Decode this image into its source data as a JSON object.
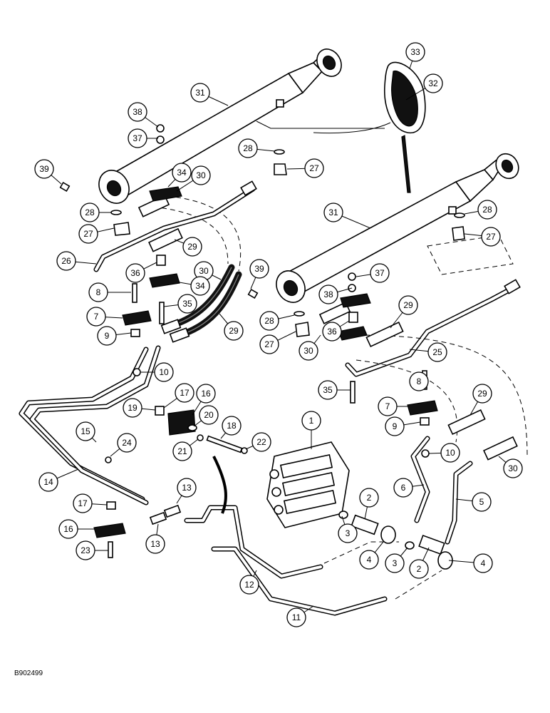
{
  "figure_ref": "B902499",
  "callouts": [
    {
      "n": "1"
    },
    {
      "n": "2"
    },
    {
      "n": "2"
    },
    {
      "n": "3"
    },
    {
      "n": "3"
    },
    {
      "n": "4"
    },
    {
      "n": "4"
    },
    {
      "n": "5"
    },
    {
      "n": "6"
    },
    {
      "n": "7"
    },
    {
      "n": "7"
    },
    {
      "n": "8"
    },
    {
      "n": "8"
    },
    {
      "n": "9"
    },
    {
      "n": "9"
    },
    {
      "n": "10"
    },
    {
      "n": "10"
    },
    {
      "n": "11"
    },
    {
      "n": "12"
    },
    {
      "n": "13"
    },
    {
      "n": "13"
    },
    {
      "n": "14"
    },
    {
      "n": "15"
    },
    {
      "n": "16"
    },
    {
      "n": "16"
    },
    {
      "n": "17"
    },
    {
      "n": "17"
    },
    {
      "n": "18"
    },
    {
      "n": "19"
    },
    {
      "n": "20"
    },
    {
      "n": "21"
    },
    {
      "n": "22"
    },
    {
      "n": "23"
    },
    {
      "n": "24"
    },
    {
      "n": "25"
    },
    {
      "n": "26"
    },
    {
      "n": "27"
    },
    {
      "n": "27"
    },
    {
      "n": "27"
    },
    {
      "n": "27"
    },
    {
      "n": "28"
    },
    {
      "n": "28"
    },
    {
      "n": "28"
    },
    {
      "n": "28"
    },
    {
      "n": "29"
    },
    {
      "n": "29"
    },
    {
      "n": "29"
    },
    {
      "n": "29"
    },
    {
      "n": "30"
    },
    {
      "n": "30"
    },
    {
      "n": "30"
    },
    {
      "n": "30"
    },
    {
      "n": "31"
    },
    {
      "n": "31"
    },
    {
      "n": "32"
    },
    {
      "n": "33"
    },
    {
      "n": "34"
    },
    {
      "n": "34"
    },
    {
      "n": "35"
    },
    {
      "n": "35"
    },
    {
      "n": "36"
    },
    {
      "n": "36"
    },
    {
      "n": "37"
    },
    {
      "n": "37"
    },
    {
      "n": "38"
    },
    {
      "n": "38"
    },
    {
      "n": "39"
    },
    {
      "n": "39"
    }
  ]
}
